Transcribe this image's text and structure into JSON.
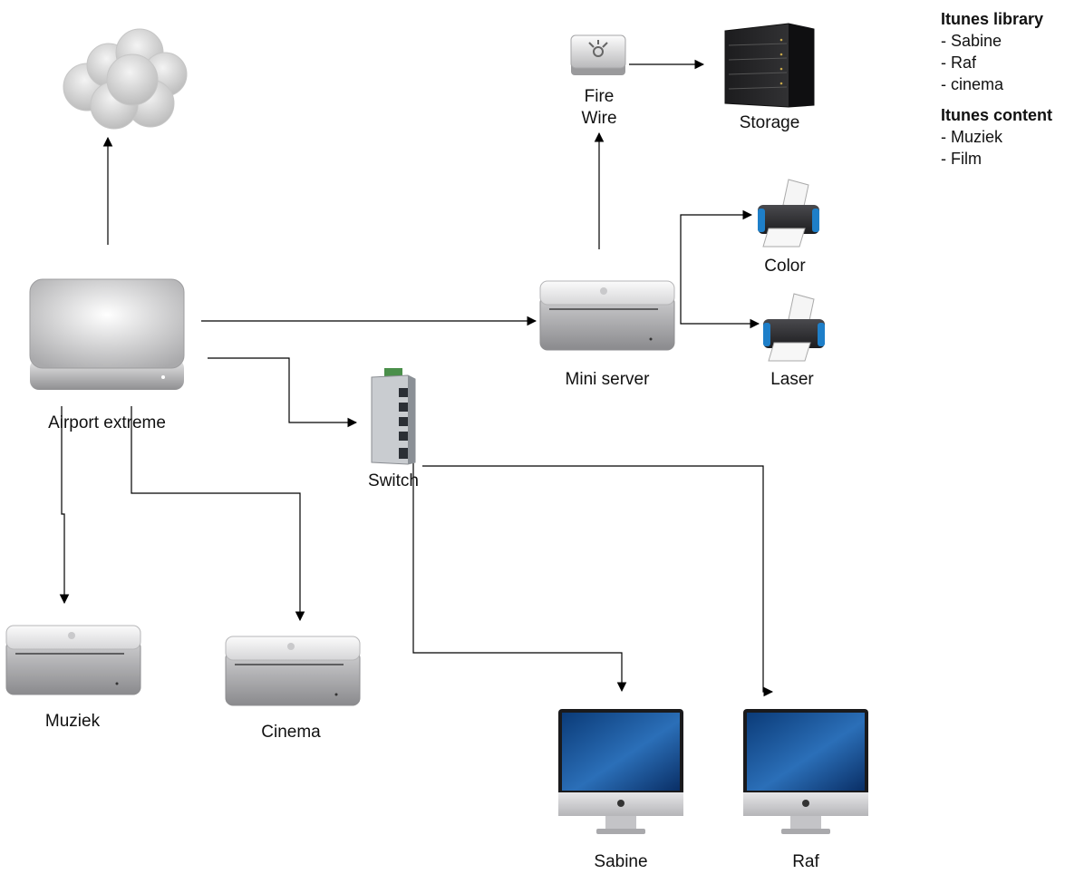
{
  "nodes": {
    "airport": {
      "label": "Airport extreme",
      "icon": "airport-base-station-icon"
    },
    "mini_server": {
      "label": "Mini server",
      "icon": "mac-mini-icon"
    },
    "firewire": {
      "label": "Fire\nWire",
      "icon": "firewire-drive-icon"
    },
    "storage": {
      "label": "Storage",
      "icon": "nas-storage-icon"
    },
    "printer_color": {
      "label": "Color",
      "icon": "printer-icon"
    },
    "printer_laser": {
      "label": "Laser",
      "icon": "printer-icon"
    },
    "switch": {
      "label": "Switch",
      "icon": "network-switch-icon"
    },
    "muziek": {
      "label": "Muziek",
      "icon": "mac-mini-icon"
    },
    "cinema": {
      "label": "Cinema",
      "icon": "mac-mini-icon"
    },
    "sabine": {
      "label": "Sabine",
      "icon": "imac-icon"
    },
    "raf": {
      "label": "Raf",
      "icon": "imac-icon"
    },
    "internet": {
      "label": "",
      "icon": "cloud-icon"
    }
  },
  "notes": {
    "library_title": "Itunes library",
    "library_items": [
      "- Sabine",
      "- Raf",
      "- cinema"
    ],
    "content_title": "Itunes content",
    "content_items": [
      "- Muziek",
      "- Film"
    ]
  }
}
